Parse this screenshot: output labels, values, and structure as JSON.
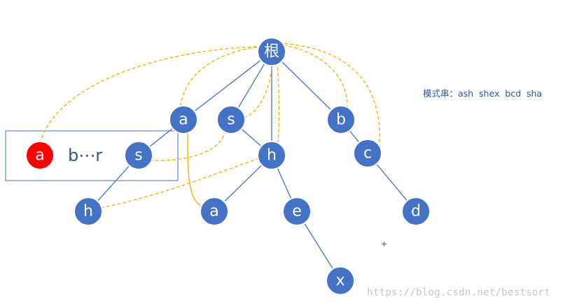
{
  "diagram": {
    "root_label": "根",
    "nodes": {
      "a1": "a",
      "s1": "s",
      "b1": "b",
      "h1": "h",
      "c1": "c",
      "a2": "a",
      "e1": "e",
      "d1": "d",
      "x1": "x",
      "s_box": "s",
      "h2": "h",
      "a_red": "a"
    },
    "box_text": "b⋯r",
    "pattern_text": "模式串：ash  shex  bcd  sha",
    "watermark": "https://blog.csdn.net/bestsort",
    "crosshair": "+"
  },
  "colors": {
    "node_fill": "#4472c4",
    "node_stroke": "#ffffff",
    "highlight_fill": "#ff0000",
    "edge": "#4472c4",
    "fail_link": "#f2b400"
  }
}
